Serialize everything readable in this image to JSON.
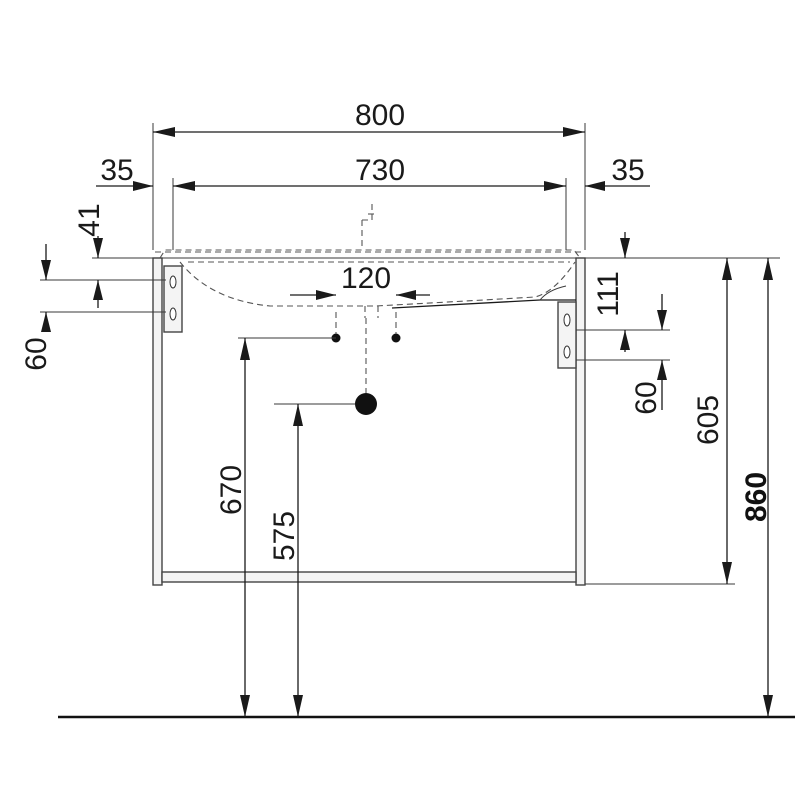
{
  "dimensions": {
    "overall_width": "800",
    "inner_width": "730",
    "side_left": "35",
    "side_right": "35",
    "top_offset": "41",
    "bracket_left": "60",
    "bracket_right": "60",
    "drain_spacing": "120",
    "depth_right": "111",
    "cabinet_height": "605",
    "total_height": "860",
    "supply_height": "670",
    "drain_height": "575"
  }
}
